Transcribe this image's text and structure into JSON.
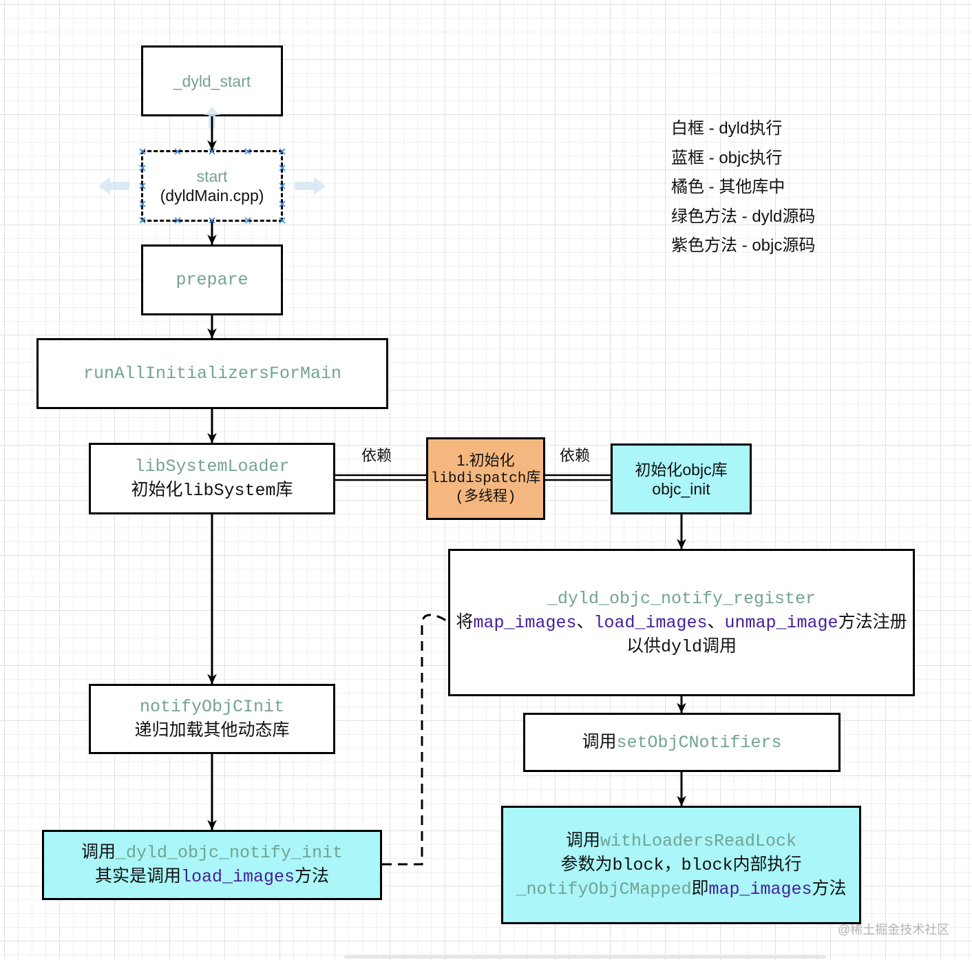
{
  "diagram": {
    "nodes": {
      "dyld_start": {
        "label": "_dyld_start"
      },
      "start": {
        "label": "start",
        "file": "(dyldMain.cpp)"
      },
      "prepare": {
        "label": "prepare"
      },
      "run_all_initializers": {
        "label": "runAllInitializersForMain"
      },
      "lib_system_loader": {
        "method": "libSystemLoader",
        "desc": "初始化libSystem库"
      },
      "libdispatch": {
        "line1": "1.初始化",
        "line2": "libdispatch库",
        "line3": "(多线程)"
      },
      "objc_init": {
        "line1": "初始化objc库",
        "line2": "objc_init"
      },
      "notify_register": {
        "method": "_dyld_objc_notify_register",
        "line2": {
          "prefix": "将",
          "map_images": "map_images",
          "sep1": "、",
          "load_images": "load_images",
          "sep2": "、",
          "unmap_image": "unmap_image",
          "suffix": "方法注册"
        },
        "line3": "以供dyld调用"
      },
      "set_objc_notifiers": {
        "prefix": "调用",
        "method": "setObjCNotifiers"
      },
      "with_loaders_read_lock": {
        "prefix": "调用",
        "method": "withLoadersReadLock",
        "line2": "参数为block，block内部执行",
        "line3": {
          "method": "_notifyObjCMapped",
          "mid": "即",
          "objc_method": "map_images",
          "suffix": "方法"
        }
      },
      "notify_objc_init": {
        "method": "notifyObjCInit",
        "desc": "递归加载其他动态库"
      },
      "notify_init": {
        "prefix": "调用",
        "method": "_dyld_objc_notify_init",
        "line2": {
          "prefix": "其实是调用",
          "objc_method": "load_images",
          "suffix": "方法"
        }
      }
    },
    "edge_labels": {
      "lib_system_to_libdispatch": "依赖",
      "libdispatch_to_objc_init": "依赖"
    }
  },
  "legend": [
    "白框 - dyld执行",
    "蓝框 - objc执行",
    "橘色 - 其他库中",
    "绿色方法 - dyld源码",
    "紫色方法 - objc源码"
  ],
  "watermark": "@稀土掘金技术社区",
  "colors": {
    "dyld_method": "#72a393",
    "objc_method": "#45209a",
    "objc_box_fill": "#aaf6f9",
    "other_lib_fill": "#f4b77f"
  }
}
